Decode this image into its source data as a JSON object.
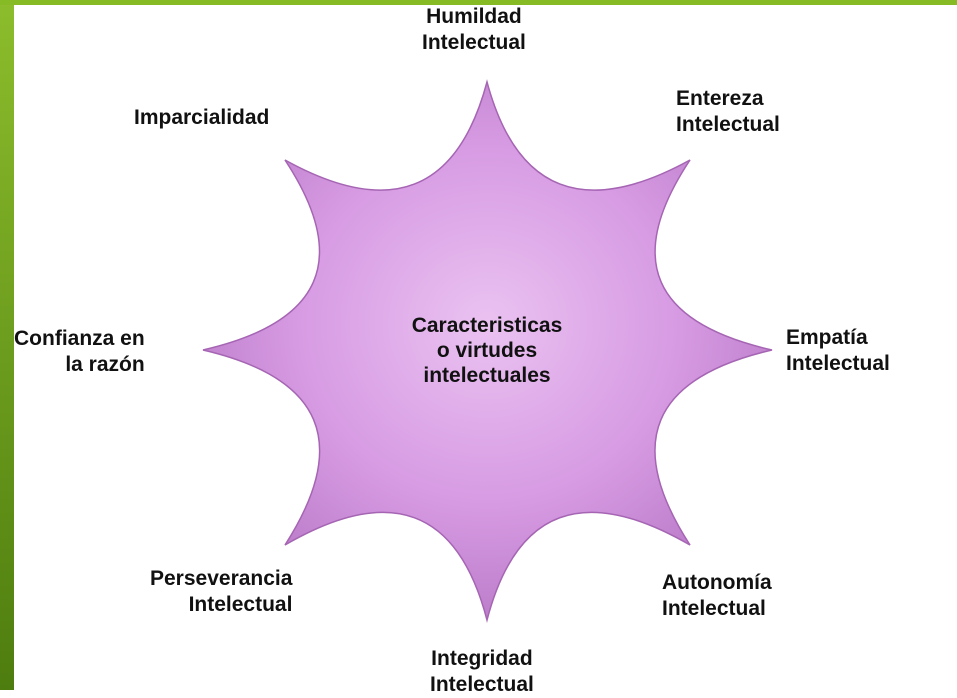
{
  "diagram": {
    "center": [
      "Caracteristicas",
      "o virtudes",
      "intelectuales"
    ],
    "virtues": [
      {
        "id": "humildad",
        "lines": [
          "Humildad",
          "Intelectual"
        ]
      },
      {
        "id": "entereza",
        "lines": [
          "Entereza",
          "Intelectual"
        ]
      },
      {
        "id": "empatia",
        "lines": [
          "Empatía",
          "Intelectual"
        ]
      },
      {
        "id": "autonomia",
        "lines": [
          "Autonomía",
          "Intelectual"
        ]
      },
      {
        "id": "integridad",
        "lines": [
          "Integridad",
          "Intelectual"
        ]
      },
      {
        "id": "perseverancia",
        "lines": [
          "Perseverancia",
          "Intelectual"
        ]
      },
      {
        "id": "confianza",
        "lines": [
          "Confianza en",
          "la razón"
        ]
      },
      {
        "id": "imparcialidad",
        "lines": [
          "Imparcialidad"
        ]
      }
    ]
  },
  "colors": {
    "star_fill": "#d79be3",
    "star_edge": "#9f5cad",
    "frame": "#7aad1f"
  }
}
